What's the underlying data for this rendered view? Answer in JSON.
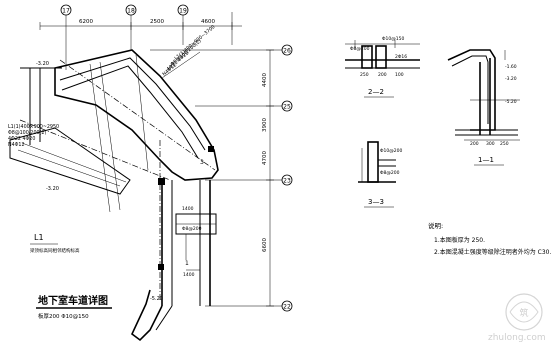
{
  "plan": {
    "grid_top": [
      "17",
      "18",
      "19"
    ],
    "grid_right": [
      "26",
      "25",
      "23",
      "22"
    ],
    "dims_top": [
      "6200",
      "2500",
      "4600"
    ],
    "dims_right": [
      "4400",
      "3900",
      "4700",
      "6600"
    ],
    "notes_beam1": [
      "L1(1)400×900~3700",
      "Φ8@100/200(2)",
      "4Φ22 4Φ20",
      "N4Φ12"
    ],
    "notes_beam2": [
      "L1(1)400×900~2950",
      "Φ8@100/200(2)",
      "4Φ22 4Φ20",
      "N4Φ12"
    ],
    "labels_small": [
      "1400",
      "Φ8@200",
      "-3.20",
      "-3.20",
      "1400",
      "-5.20"
    ],
    "beam_label": "L1",
    "beam_note": "梁顶标高同相邻结构标高",
    "title": "地下室车道详图",
    "title_sub": "板厚200 Φ10@150"
  },
  "section22": {
    "label": "2—2",
    "notes": [
      "Φ8@200",
      "Φ10@150",
      "2Φ16",
      "250",
      "200",
      "100"
    ]
  },
  "section11": {
    "label": "1—1",
    "notes": [
      "-1.60",
      "-3.20",
      "-5.20",
      "200",
      "300",
      "250"
    ]
  },
  "section33": {
    "label": "3—3",
    "notes": [
      "Φ10@200",
      "Φ8@200"
    ]
  },
  "notes_block": {
    "heading": "说明:",
    "line1": "1.本图板厚为 250.",
    "line2": "2.本图混凝土强度等级除注明者外均为 C30."
  },
  "watermark": {
    "brand": "zhulong.com"
  }
}
